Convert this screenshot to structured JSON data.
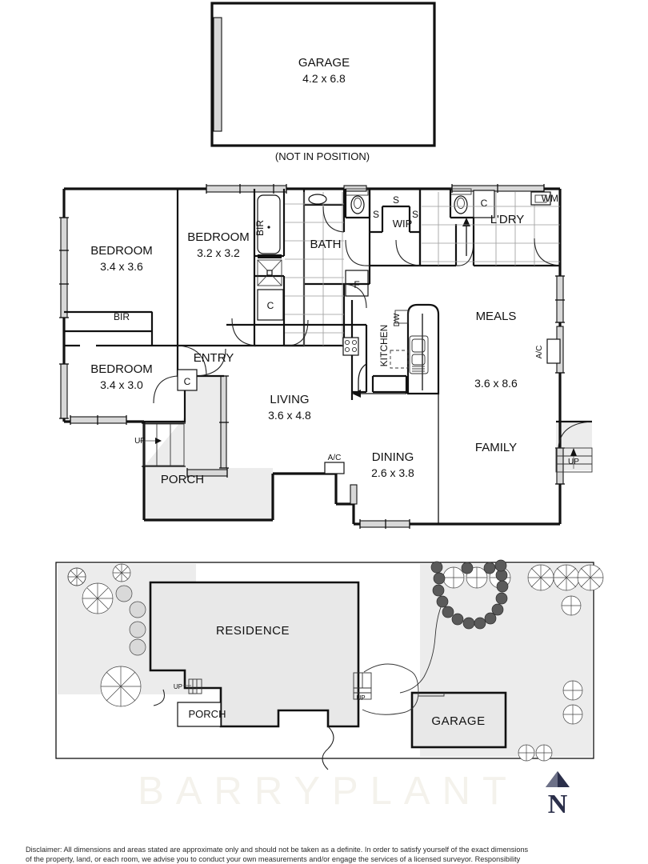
{
  "document": {
    "type": "real-estate-floor-plan",
    "watermark": "BARRYPLANT",
    "north_label": "N"
  },
  "detached_garage": {
    "label": "GARAGE",
    "dimensions": "4.2 x 6.8",
    "note": "(NOT IN POSITION)"
  },
  "floor_plan": {
    "rooms": [
      {
        "name": "BEDROOM",
        "dimensions": "3.4 x 3.6"
      },
      {
        "name": "BEDROOM",
        "dimensions": "3.2 x 3.2"
      },
      {
        "name": "BEDROOM",
        "dimensions": "3.4 x 3.0"
      },
      {
        "name": "LIVING",
        "dimensions": "3.6 x 4.8"
      },
      {
        "name": "DINING",
        "dimensions": "2.6 x 3.8"
      },
      {
        "name": "MEALS",
        "dimensions": "3.6 x 8.6"
      },
      {
        "name": "FAMILY",
        "dimensions": ""
      },
      {
        "name": "KITCHEN",
        "dimensions": ""
      },
      {
        "name": "BATH",
        "dimensions": ""
      },
      {
        "name": "L'DRY",
        "dimensions": ""
      },
      {
        "name": "WIP",
        "dimensions": ""
      },
      {
        "name": "ENTRY",
        "dimensions": ""
      },
      {
        "name": "PORCH",
        "dimensions": ""
      }
    ],
    "labels": {
      "bedroom1": "BEDROOM",
      "bedroom1_dim": "3.4 x 3.6",
      "bedroom2": "BEDROOM",
      "bedroom2_dim": "3.2 x 3.2",
      "bedroom3": "BEDROOM",
      "bedroom3_dim": "3.4 x 3.0",
      "living": "LIVING",
      "living_dim": "3.6 x 4.8",
      "dining": "DINING",
      "dining_dim": "2.6 x 3.8",
      "meals": "MEALS",
      "meals_dim": "3.6 x 8.6",
      "family": "FAMILY",
      "kitchen": "KITCHEN",
      "bath": "BATH",
      "laundry": "L'DRY",
      "wip": "WIP",
      "entry": "ENTRY",
      "porch": "PORCH"
    },
    "annotations": {
      "bir_vertical": "BIR",
      "bir_horizontal": "BIR",
      "closet_bath": "C",
      "closet_entry": "C",
      "closet_ldry": "C",
      "fridge": "F",
      "dishwasher": "DW",
      "washing_machine": "WM",
      "shelf_1": "S",
      "shelf_2": "S",
      "shelf_3": "S",
      "ac_right": "A/C",
      "ac_bottom": "A/C",
      "up_porch": "UP",
      "up_rear": "UP"
    }
  },
  "site_plan": {
    "residence": "RESIDENCE",
    "porch": "PORCH",
    "garage": "GARAGE",
    "up_left": "UP",
    "up_right": "UP"
  },
  "footer": {
    "disclaimer_line1": "Disclaimer: All dimensions and areas stated are approximate only and should not be taken as a definite. In order to satisfy yourself of the exact dimensions",
    "disclaimer_line2": "of the property, land, or each room, we advise you to conduct your own measurements and/or engage the services of a licensed surveyor. Responsibility"
  },
  "colors": {
    "wall": "#111111",
    "shade": "#ececec",
    "window": "#d8d8d8",
    "watermark": "#f4f2ec",
    "north": "#2b2f4a"
  }
}
